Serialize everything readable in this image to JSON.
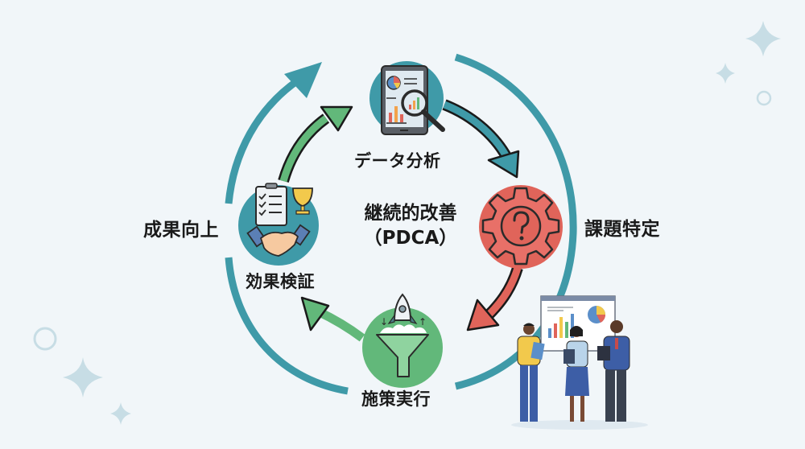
{
  "title": {
    "line1": "継続的改善",
    "line2": "（PDCA）"
  },
  "stages": [
    {
      "id": "analysis",
      "label": "データ分析",
      "icon": "tablet-analytics-magnifier-icon",
      "color": "#3f9aa8"
    },
    {
      "id": "issue",
      "label": "課題特定",
      "icon": "gear-question-icon",
      "color": "#e0645a"
    },
    {
      "id": "execution",
      "label": "施策実行",
      "icon": "rocket-funnel-icon",
      "color": "#62b87a"
    },
    {
      "id": "verification",
      "label": "効果検証",
      "icon": "handshake-trophy-checklist-icon",
      "color": "#3f9aa8"
    }
  ],
  "outer_label": "成果向上",
  "colors": {
    "background": "#f1f6f9",
    "outer_arc": "#3f9aa8",
    "sparkle": "#c7dde5",
    "text": "#1a1a1a"
  }
}
